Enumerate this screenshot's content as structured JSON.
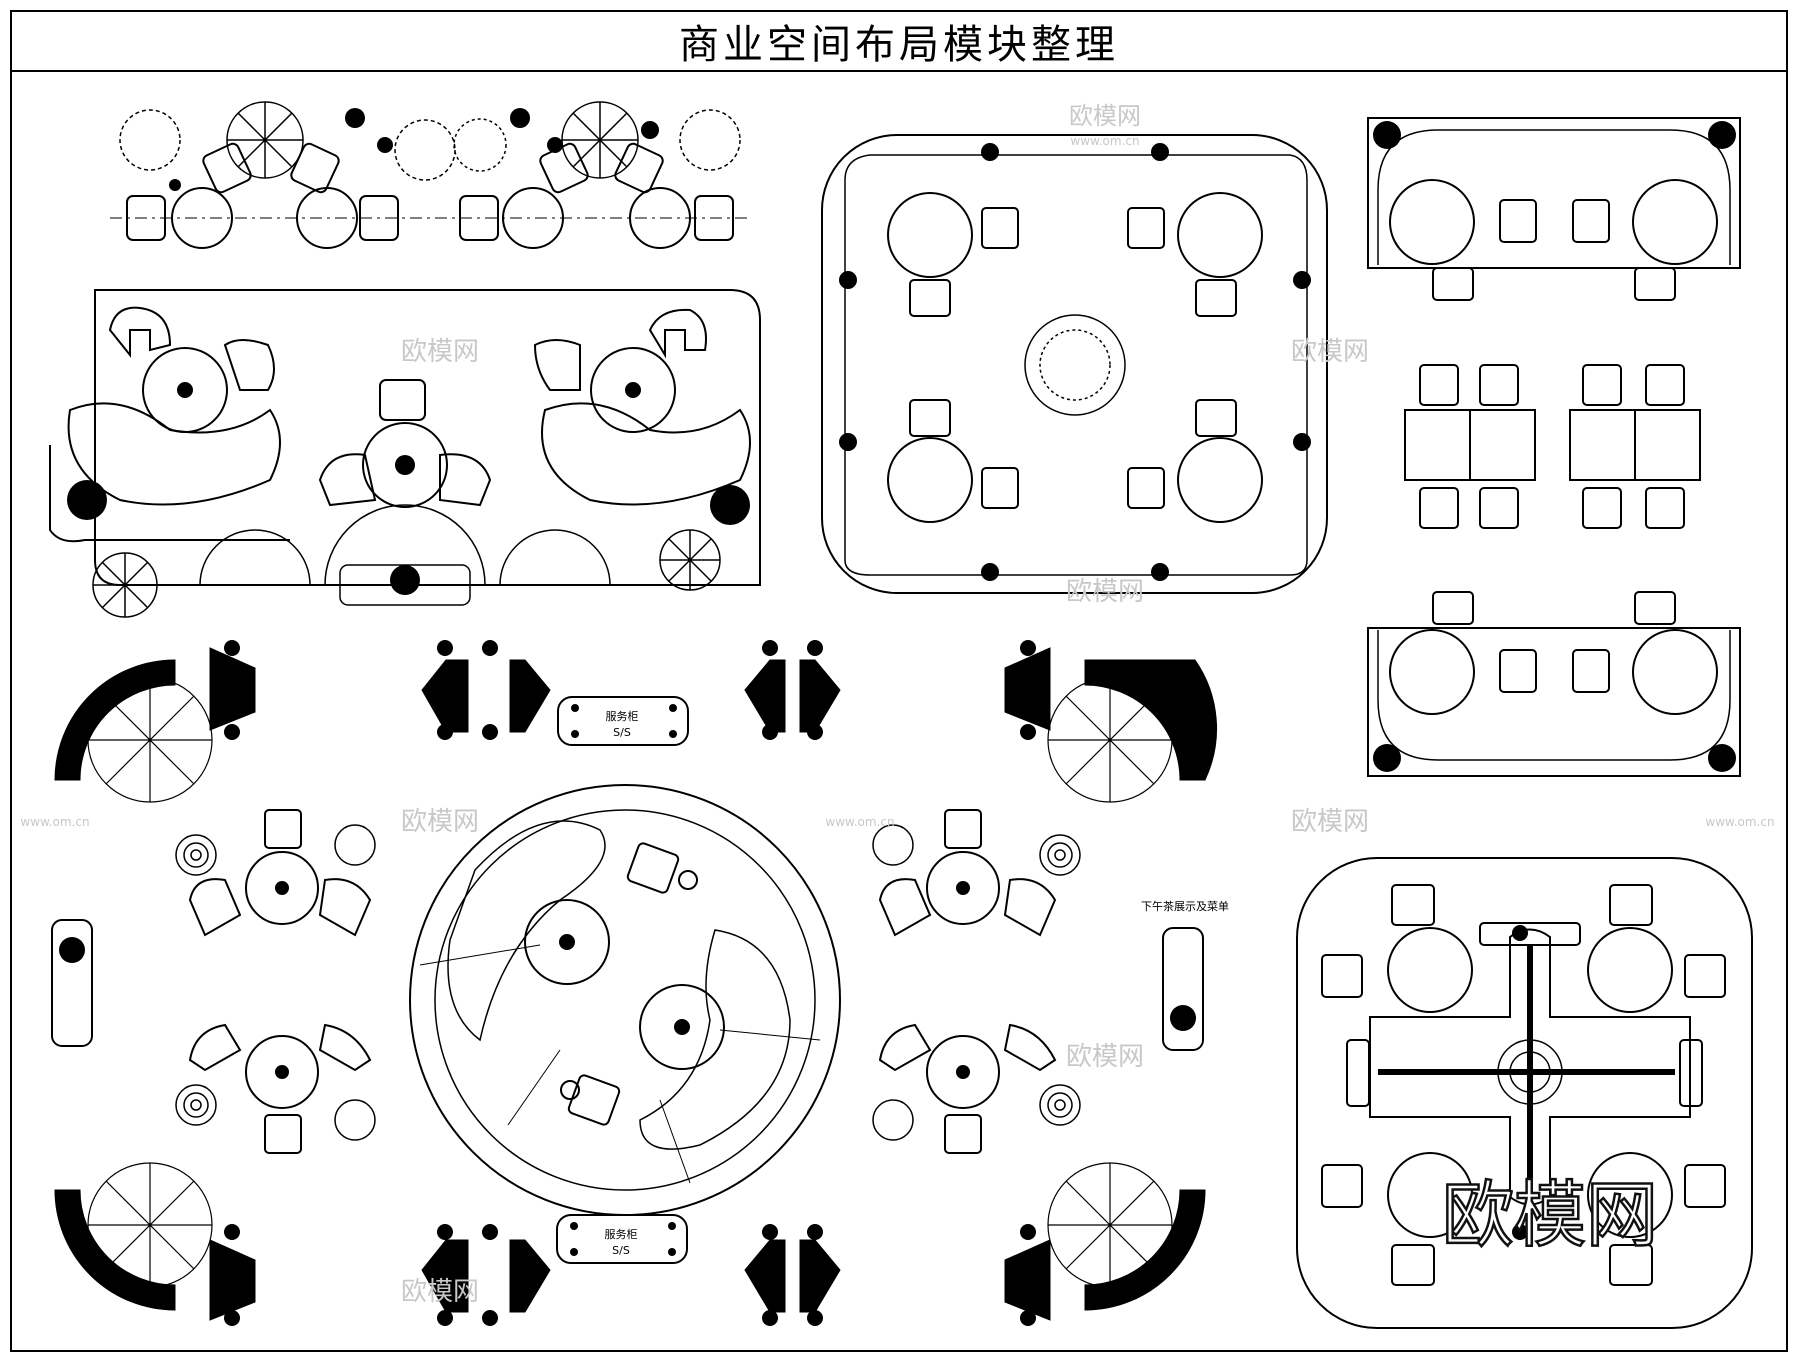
{
  "title": "商业空间布局模块整理",
  "labels": {
    "service_cabinet": "服务柜",
    "service_code": "S/S",
    "afternoon_tea": "下午茶展示及菜单"
  },
  "watermark": {
    "logo": "欧模网",
    "url": "www.om.cn"
  },
  "colors": {
    "line": "#000000",
    "background": "#ffffff",
    "watermark": "#c8c8c8"
  }
}
